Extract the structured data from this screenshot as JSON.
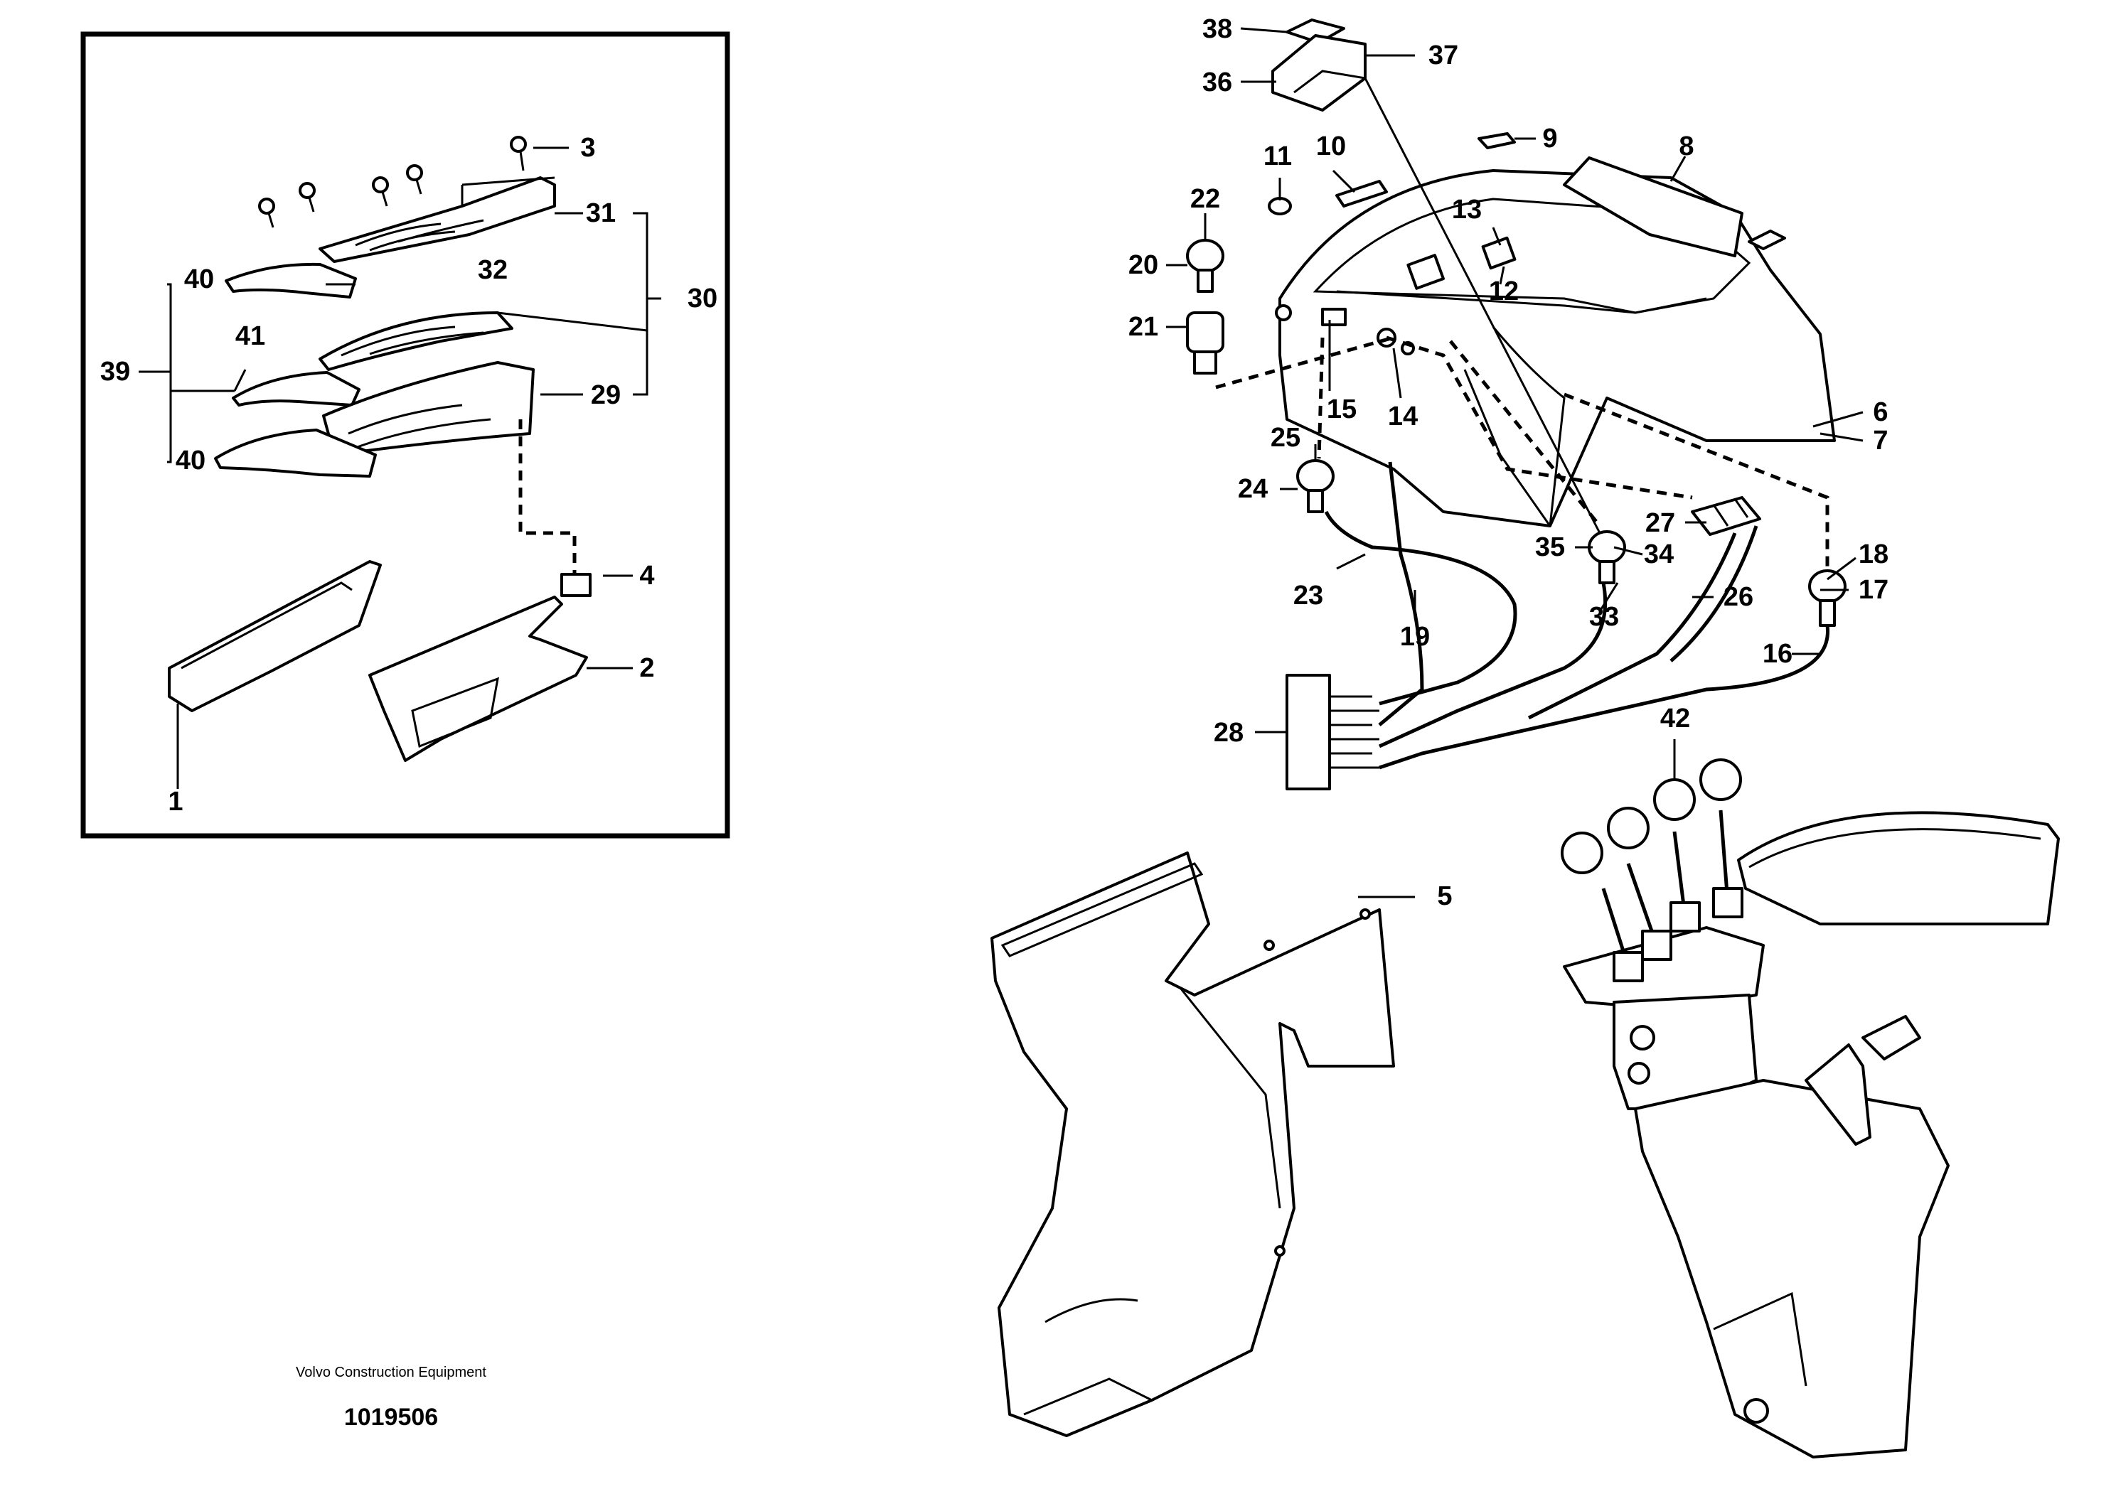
{
  "footer": {
    "brand": "Volvo Construction Equipment",
    "drawing_number": "1019506"
  },
  "callouts": [
    "1",
    "2",
    "3",
    "4",
    "5",
    "6",
    "7",
    "8",
    "9",
    "10",
    "11",
    "12",
    "13",
    "14",
    "15",
    "16",
    "17",
    "18",
    "19",
    "20",
    "21",
    "22",
    "23",
    "24",
    "25",
    "26",
    "27",
    "28",
    "29",
    "30",
    "31",
    "32",
    "33",
    "34",
    "35",
    "36",
    "37",
    "38",
    "39",
    "40",
    "40",
    "41",
    "42"
  ]
}
